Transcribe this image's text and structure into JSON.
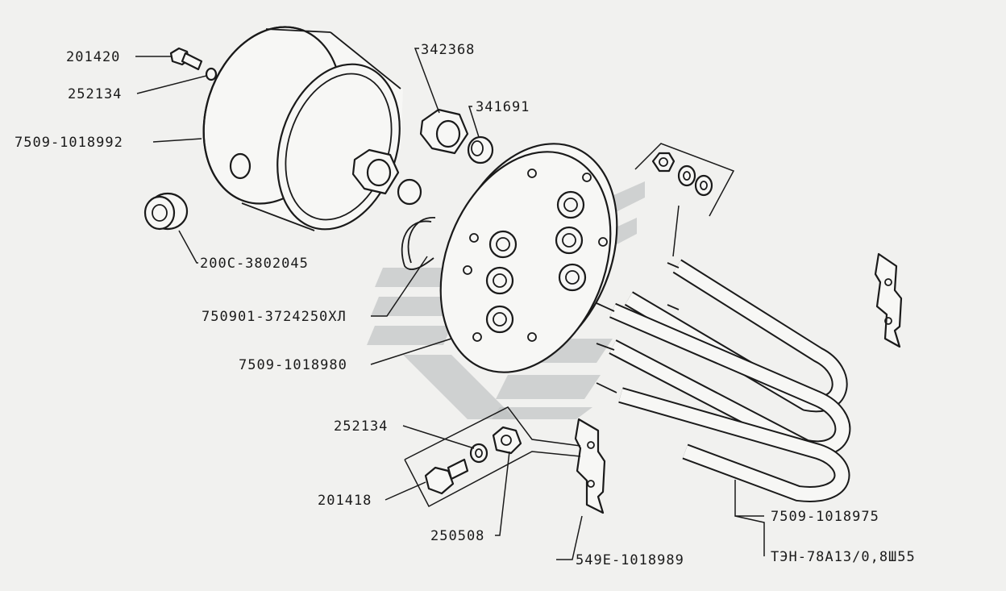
{
  "labels": {
    "bolt_top": "201420",
    "washer_top": "252134",
    "housing": "7509-1018992",
    "grommet": "200C-3802045",
    "clip_wire": "750901-3724250ХЛ",
    "flange_plate": "7509-1018980",
    "washer_bottom": "252134",
    "bolt_bottom": "201418",
    "nut_bottom": "250508",
    "bracket": "549E-1018989",
    "union_nut": "342368",
    "sleeve": "341691",
    "heating_element": "7509-1018975",
    "element_spec": "ТЭН-78А13/0,8Ш55"
  },
  "colors": {
    "line": "#1a1a1a",
    "paper": "#f1f1ef",
    "watermark": "#b9bcbc"
  }
}
